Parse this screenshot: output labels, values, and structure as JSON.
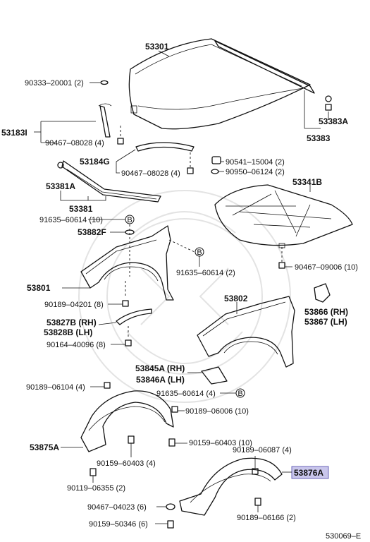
{
  "parts": {
    "p53301": "53301",
    "p90333": "90333–20001 (2)",
    "p53183I": "53183I",
    "p90467a": "90467–08028 (4)",
    "p53184G": "53184G",
    "p90467b": "90467–08028 (4)",
    "p53381A": "53381A",
    "p53381": "53381",
    "p53383A": "53383A",
    "p53383": "53383",
    "p90541": "90541–15004 (2)",
    "p90950": "90950–06124 (2)",
    "p53341B": "53341B",
    "p91635a": "91635–60614 (10)",
    "p53882F": "53882F",
    "p91635b": "91635–60614 (2)",
    "p90467c": "90467–09006 (10)",
    "p53801": "53801",
    "p90189a": "90189–04201 (8)",
    "p53802": "53802",
    "p53827B": "53827B (RH)",
    "p53828B": "53828B (LH)",
    "p53866": "53866 (RH)",
    "p53867": "53867 (LH)",
    "p90164": "90164–40096 (8)",
    "p53845A": "53845A (RH)",
    "p53846A": "53846A (LH)",
    "p91635c": "91635–60614 (4)",
    "p90189b": "90189–06104 (4)",
    "p90189c": "90189–06006 (10)",
    "p53875A": "53875A",
    "p90159a": "90159–60403 (10)",
    "p90189d": "90189–06087 (4)",
    "p90159b": "90159–60403 (4)",
    "p53876A": "53876A",
    "p90119": "90119–06355 (2)",
    "p90467d": "90467–04023 (6)",
    "p90189e": "90189–06166 (2)",
    "p90159c": "90159–50346 (6)"
  },
  "refs": {
    "b": "B"
  },
  "footer": {
    "code": "530069–E"
  },
  "colors": {
    "highlight": "#c9c6ec",
    "line": "#111111"
  }
}
